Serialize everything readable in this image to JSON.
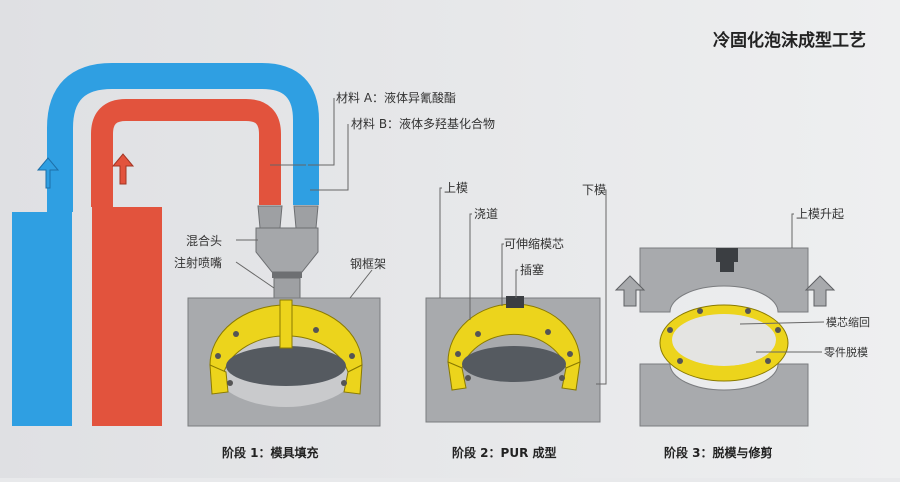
{
  "title": "冷固化泡沫成型工艺",
  "materials": {
    "a": "材料 A：液体异氰酸酯",
    "b": "材料 B：液体多羟基化合物"
  },
  "stage1": {
    "mixing_head": "混合头",
    "nozzle": "注射喷嘴",
    "steel_frame": "钢框架",
    "caption": "阶段 1：模具填充"
  },
  "stage2": {
    "upper_mold": "上模",
    "runner": "浇道",
    "core": "可伸缩模芯",
    "plug": "插塞",
    "lower_mold": "下模",
    "caption": "阶段 2：PUR 成型"
  },
  "stage3": {
    "mold_lift": "上模升起",
    "core_retract": "模芯缩回",
    "part_release": "零件脱模",
    "caption": "阶段 3：脱模与修剪"
  },
  "colors": {
    "blue": "#2f9fe2",
    "red": "#e2533d",
    "yellow": "#ecd41c",
    "mold": "#a8aaad",
    "core": "#555a60"
  }
}
